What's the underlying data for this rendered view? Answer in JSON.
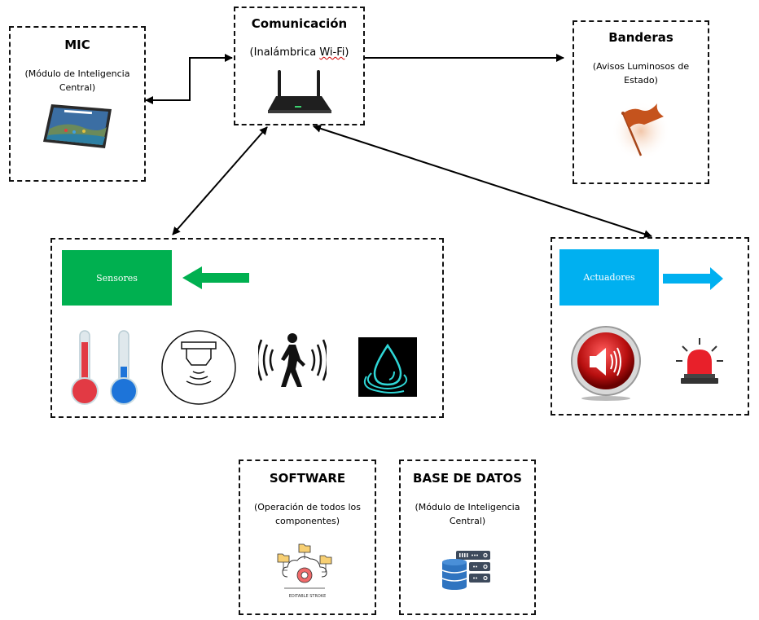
{
  "mic": {
    "title": "MIC",
    "subtitle_line1": "(Módulo de Inteligencia",
    "subtitle_line2": "Central)",
    "icon": "tablet-icon"
  },
  "comunicacion": {
    "title": "Comunicación",
    "subtitle_prefix": "(Inalámbrica ",
    "subtitle_wifi": "Wi-Fi",
    "subtitle_suffix": ")",
    "icon": "wifi-router-icon"
  },
  "banderas": {
    "title": "Banderas",
    "subtitle_line1": "(Avisos Luminosos de",
    "subtitle_line2": "Estado)",
    "icon": "flag-icon"
  },
  "sensores": {
    "label": "Sensores",
    "color": "#00b050",
    "arrow_direction": "left",
    "icons": [
      "thermometer-hot-icon",
      "thermometer-cold-icon",
      "smoke-detector-icon",
      "motion-sensor-icon",
      "water-sensor-icon"
    ]
  },
  "actuadores": {
    "label": "Actuadores",
    "color": "#00b0f0",
    "arrow_direction": "right",
    "icons": [
      "speaker-alarm-icon",
      "siren-light-icon"
    ]
  },
  "software": {
    "title": "SOFTWARE",
    "subtitle_line1": "(Operación de todos los",
    "subtitle_line2": "componentes)",
    "icon_caption": "EDITABLE STROKE",
    "icon": "cloud-gear-icon"
  },
  "base_datos": {
    "title": "BASE DE DATOS",
    "subtitle_line1": "(Módulo de Inteligencia",
    "subtitle_line2": "Central)",
    "icon": "database-server-icon"
  },
  "connections": [
    {
      "from": "comunicacion",
      "to": "mic",
      "type": "bidirectional"
    },
    {
      "from": "comunicacion",
      "to": "banderas",
      "type": "unidirectional"
    },
    {
      "from": "comunicacion",
      "to": "sensores",
      "type": "bidirectional"
    },
    {
      "from": "comunicacion",
      "to": "actuadores",
      "type": "bidirectional"
    }
  ]
}
